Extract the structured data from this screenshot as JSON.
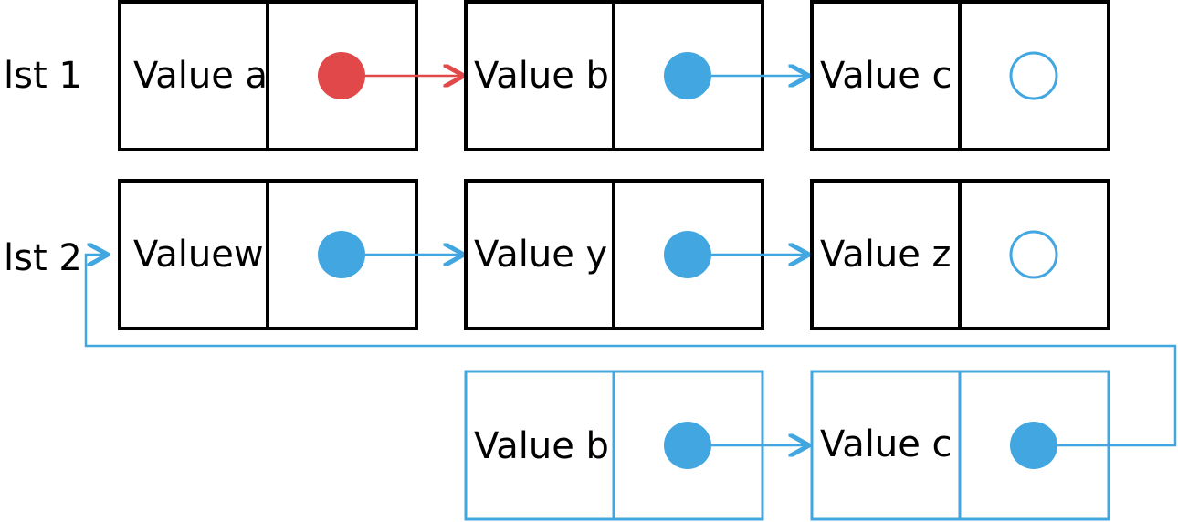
{
  "lists": [
    {
      "label": "lst 1",
      "nodes": [
        {
          "value": "Value a",
          "pointer": "red",
          "next": true
        },
        {
          "value": "Value b",
          "pointer": "blue",
          "next": true
        },
        {
          "value": "Value c",
          "pointer": "none",
          "next": false
        }
      ]
    },
    {
      "label": "lst 2",
      "nodes": [
        {
          "value": "Valuew",
          "pointer": "blue",
          "next": true
        },
        {
          "value": "Value y",
          "pointer": "blue",
          "next": true
        },
        {
          "value": "Value z",
          "pointer": "none",
          "next": false
        }
      ]
    }
  ],
  "extra_nodes": [
    {
      "value": "Value b",
      "pointer": "blue",
      "next": true
    },
    {
      "value": "Value c",
      "pointer": "blue",
      "next": false,
      "wraps_to": "lst 2"
    }
  ],
  "colors": {
    "black": "#000000",
    "blue": "#42a7e0",
    "red": "#e0484a"
  }
}
